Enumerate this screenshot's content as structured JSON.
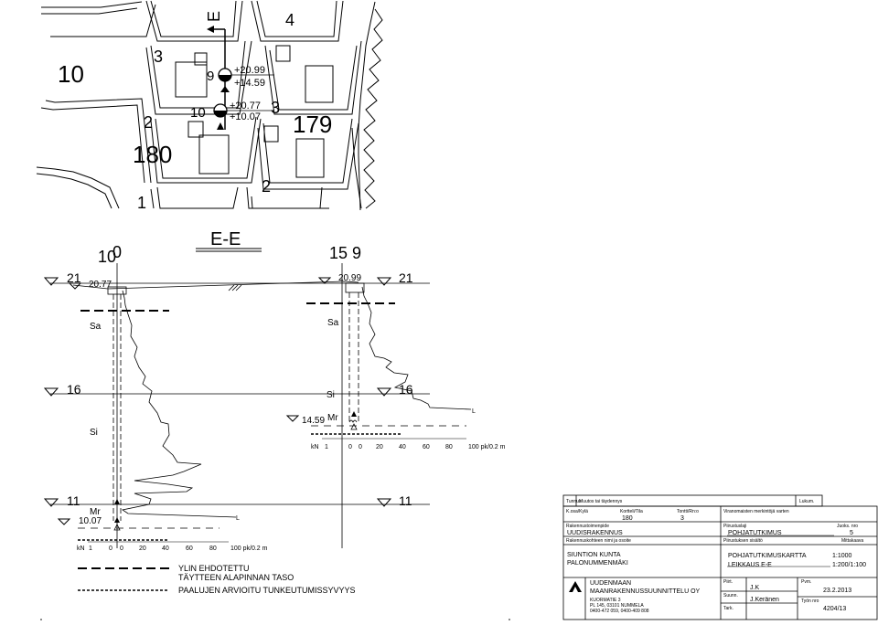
{
  "plan": {
    "blocks": [
      {
        "label": "10"
      },
      {
        "label": "180"
      },
      {
        "label": "179"
      },
      {
        "label": "4"
      },
      {
        "label": "3"
      },
      {
        "label": "2"
      },
      {
        "label": "1"
      },
      {
        "label": "3"
      },
      {
        "label": "2"
      }
    ],
    "section_mark": "E",
    "points": [
      {
        "no": "9",
        "top": "20.99",
        "bottom": "14.59"
      },
      {
        "no": "10",
        "top": "20.77",
        "bottom": "10.07"
      }
    ]
  },
  "section": {
    "title": "E-E",
    "bh10_label": "10",
    "bh10_sub": "0",
    "bh9_label": "15 9",
    "levels": {
      "l21": "21",
      "l16": "16",
      "l11": "11"
    },
    "bh10": {
      "ground": "20.77",
      "stop": "10.07",
      "soils": [
        "Sa",
        "Si",
        "Mr"
      ],
      "scale": [
        "kN",
        "1",
        "0",
        "0",
        "20",
        "40",
        "60",
        "80",
        "100 pk/0.2 m"
      ],
      "end_mark": "L"
    },
    "bh9": {
      "ground": "20.99",
      "stop": "14.59",
      "soils": [
        "Sa",
        "Si",
        "Mr"
      ],
      "scale": [
        "kN",
        "1",
        "0",
        "0",
        "20",
        "40",
        "60",
        "80",
        "100 pk/0.2 m"
      ],
      "end_mark": "L"
    }
  },
  "legend": [
    {
      "text": "YLIN EHDOTETTU\nTÄYTTEEN ALAPINNAN TASO"
    },
    {
      "text": "PAALUJEN ARVIOITU TUNKEUTUMISSYVYYS"
    }
  ],
  "title_block": {
    "tunnus": "Tunnus",
    "muutos": "Muutos tai täydennys",
    "lukum": "Lukum.",
    "kosa_label": "K.osa/Kylä",
    "kortteli_label": "Kortteli/Tila",
    "kortteli_value": "180",
    "tontti_label": "Tontti/Rn:o",
    "tontti_value": "3",
    "viran_label": "Viranomaisten merkintöjä varten",
    "rak_toim_label": "Rakennustoimenpide",
    "rak_toim_value": "UUDISRAKENNUS",
    "piirustuslaji_label": "Piirustuslaji",
    "piirustuslaji_value": "POHJATUTKIMUS",
    "juoks_label": "Juoks. nro",
    "juoks_value": "5",
    "rak_kohde_label": "Rakennuskohteen nimi ja osoite",
    "sisalto_label": "Piirustuksen sisältö",
    "mittakaava_label": "Mittakaava",
    "kohde_line1": "SIUNTION KUNTA",
    "kohde_line2": "PALONUMMENMÄKI",
    "sisalto_line1": "POHJATUTKIMUSKARTTA",
    "sisalto_line2": "LEIKKAUS E-E",
    "scale1": "1:1000",
    "scale2": "1:200/1:100",
    "company_line1": "UUDENMAAN",
    "company_line2": "MAANRAKENNUSSUUNNITTELU OY",
    "address1": "KUORMATIE 3",
    "address2": "PL 145, 03101 NUMMELA",
    "address3": "0400-472 059, 0400-409 808",
    "piirt_label": "Piirt.",
    "piirt_value": "J.K",
    "suunn_label": "Suunn.",
    "suunn_value": "J.Keränen",
    "tark_label": "Tark.",
    "pvm_label": "Pvm.",
    "pvm_value": "23.2.2013",
    "tyon_label": "Työn nro",
    "tyon_value": "4204/13"
  }
}
